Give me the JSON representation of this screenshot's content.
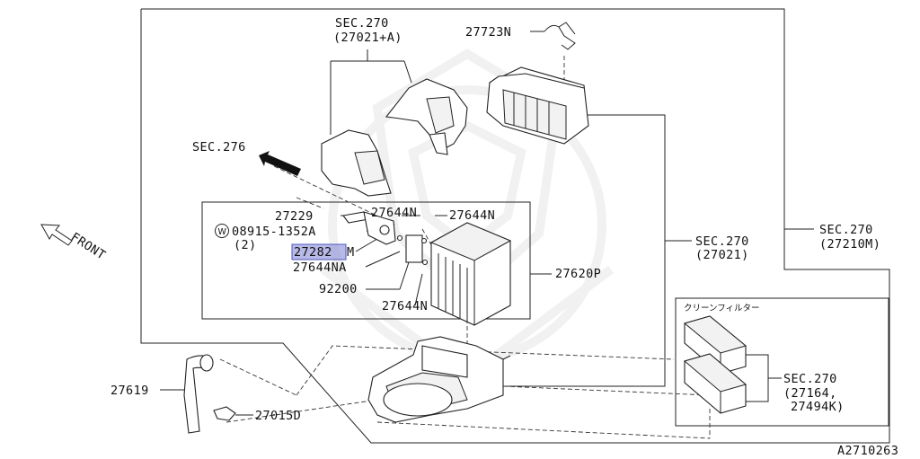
{
  "labels": {
    "sec270_a": "SEC.270",
    "sec270_a_sub": "(27021+A)",
    "p27723n": "27723N",
    "sec276": "SEC.276",
    "front": "FRONT",
    "p27229": "27229",
    "p27644n_1": "27644N",
    "p27644n_2": "27644N",
    "w_symbol": "W",
    "p08915": "08915-1352A",
    "qty": "(2)",
    "p27282": "27282",
    "p27282_suffix": "M",
    "p27644na": "27644NA",
    "p92200": "92200",
    "p27644n_3": "27644N",
    "p27620p": "27620P",
    "sec270_b": "SEC.270",
    "sec270_b_sub": "(27021)",
    "sec270_c": "SEC.270",
    "sec270_c_sub": "(27210M)",
    "filter_title": "クリーンフィルター",
    "sec270_d": "SEC.270",
    "sec270_d_sub1": "(27164,",
    "sec270_d_sub2": "27494K)",
    "p27619": "27619",
    "p27015d": "27015D",
    "diagram_id": "A2710263"
  },
  "colors": {
    "highlight": "#7b7fd1",
    "line": "#222222"
  },
  "highlighted_part": "27282"
}
